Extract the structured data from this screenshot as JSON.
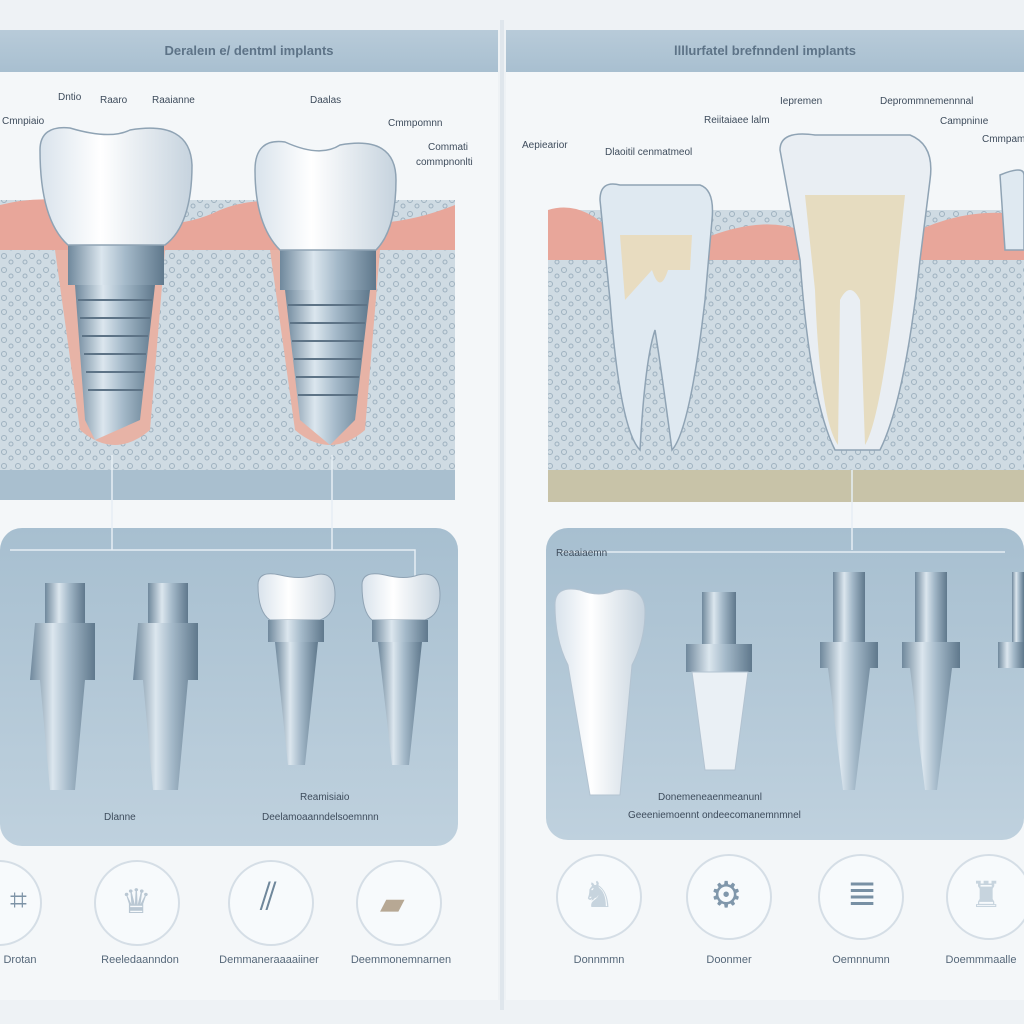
{
  "panels": {
    "left": {
      "title": "Deraleın e/ dentml implants",
      "labels": [
        "Cmnpiaio",
        "Dntio",
        "Raaro",
        "Raaianne",
        "Daalas",
        "Cmmpomnn",
        "Commati",
        "commpnonlti"
      ],
      "gallery_labels": [
        "Dlanne",
        "Reamisiaio",
        "Deelamoaanndelsoemnnn"
      ],
      "icon_captions": [
        "Drotan",
        "Reeledaanndon",
        "Demmaneraaaaiiner",
        "Deemmonemnarnen"
      ],
      "icons": [
        "abutment-icon",
        "crown-icon",
        "screw-pin-icon",
        "bone-graft-icon"
      ]
    },
    "right": {
      "title": "llllurfatel brefnndenl implants",
      "labels": [
        "Aepiearior",
        "Dlaoitil cenmatmeol",
        "Reiitaiaee lalm",
        "Iepremen",
        "Deprommnemennnal",
        "Campninıe",
        "Cmmpamil"
      ],
      "gallery_labels": [
        "Reaaiaemn",
        "Donemeneaenmeanunl",
        "Geeeniemoennt ondeecomanemnmnel"
      ],
      "icon_captions": [
        "Donnmmn",
        "Doonmer",
        "Oemnnumn",
        "Doemmmaalle"
      ],
      "icons": [
        "tooth-icon",
        "gear-icon",
        "implant-screw-icon",
        "molar-icon"
      ]
    }
  },
  "colors": {
    "title_bar": "#a8bfd0",
    "gum": "#e8a69a",
    "bone": "#c9d8e2",
    "metal": "#8ea7bb",
    "crown": "#f6f8fb",
    "gallery": "#9ab4c7"
  }
}
